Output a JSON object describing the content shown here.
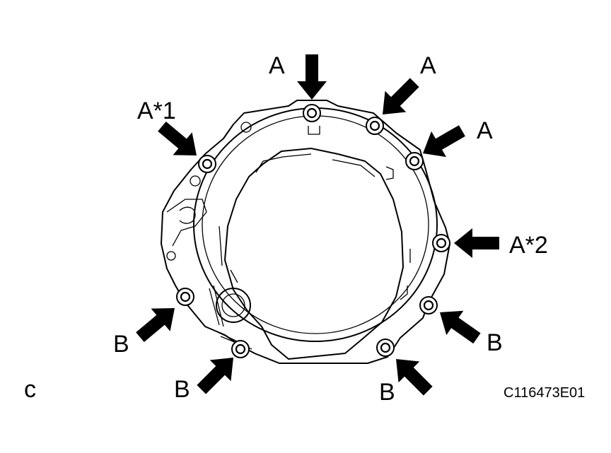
{
  "labels": {
    "a_top": "A",
    "a_upper_right": "A",
    "a_right": "A",
    "a_star1": "A*1",
    "a_star2": "A*2",
    "b_left": "B",
    "b_bottom_left": "B",
    "b_bottom_right": "B",
    "b_right": "B",
    "corner": "c",
    "figure_code": "C116473E01"
  }
}
